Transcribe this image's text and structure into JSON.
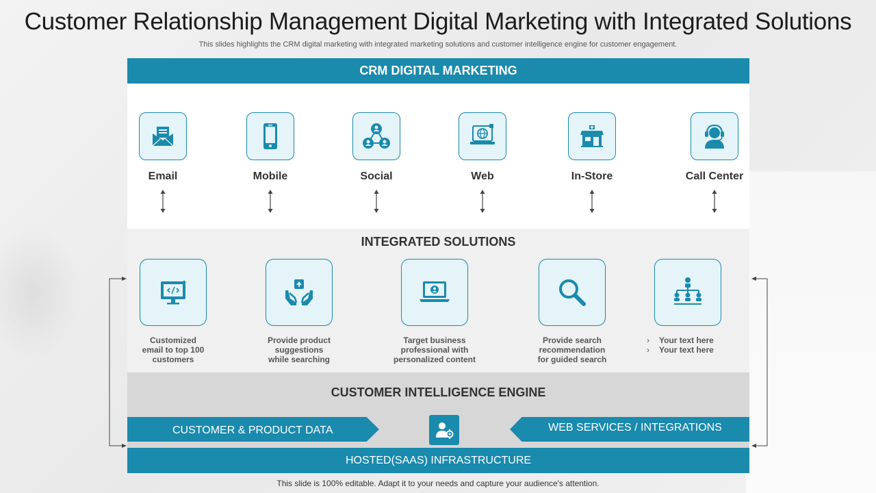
{
  "title": "Customer Relationship Management Digital Marketing with Integrated Solutions",
  "subtitle": "This slides highlights the CRM digital marketing with integrated marketing solutions and customer intelligence engine for customer engagement.",
  "crm": {
    "header": "CRM DIGITAL MARKETING",
    "channels": [
      {
        "label": "Email",
        "icon": "email-icon"
      },
      {
        "label": "Mobile",
        "icon": "mobile-icon"
      },
      {
        "label": "Social",
        "icon": "social-network-icon"
      },
      {
        "label": "Web",
        "icon": "web-icon"
      },
      {
        "label": "In-Store",
        "icon": "store-icon"
      },
      {
        "label": "Call Center",
        "icon": "headset-icon"
      }
    ]
  },
  "integrated": {
    "title": "INTEGRATED SOLUTIONS",
    "solutions": [
      {
        "line1": "Customized",
        "line2": "email to top 100",
        "line3": "customers",
        "icon": "monitor-code-icon"
      },
      {
        "line1": "Provide product",
        "line2": "suggestions",
        "line3": "while searching",
        "icon": "hand-upload-icon"
      },
      {
        "line1": "Target business",
        "line2": "professional with",
        "line3": "personalized content",
        "icon": "laptop-user-icon"
      },
      {
        "line1": "Provide search",
        "line2": "recommendation",
        "line3": "for guided search",
        "icon": "magnifier-icon"
      }
    ],
    "bullets": [
      "Your text here",
      "Your text here"
    ],
    "bullets_icon": "hierarchy-icon"
  },
  "engine": {
    "title": "CUSTOMER INTELLIGENCE ENGINE",
    "left_label": "CUSTOMER & PRODUCT DATA",
    "right_label": "WEB SERVICES / INTEGRATIONS",
    "center_icon": "user-settings-icon",
    "hosted": "HOSTED(SAAS) INFRASTRUCTURE"
  },
  "footer": "This slide is 100% editable. Adapt it to your needs and capture your audience's attention.",
  "colors": {
    "accent": "#1a8aad",
    "icon_bg": "#e4f4f8",
    "integrated_bg": "#f0f0f0",
    "engine_bg": "#d7d7d7"
  }
}
